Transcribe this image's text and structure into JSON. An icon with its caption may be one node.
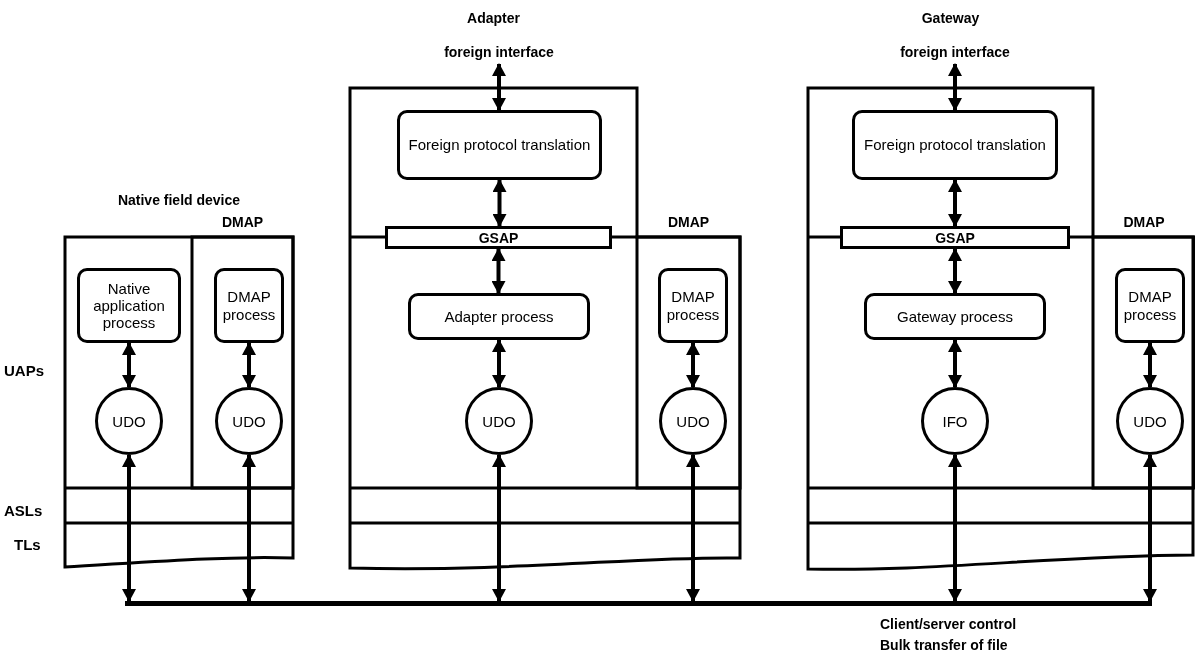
{
  "diagram": {
    "nodes": [
      {
        "text": [
          "Native field device"
        ]
      },
      {
        "text": [
          "Native application process"
        ],
        "in": 0
      },
      {
        "text": [
          "UDO"
        ],
        "in": 0
      },
      {
        "text": [
          "DMAP"
        ],
        "in": 0
      },
      {
        "text": [
          "DMAP process"
        ],
        "in": 3
      },
      {
        "text": [
          "UDO"
        ],
        "in": 3
      },
      {
        "text": [
          "Adapter"
        ]
      },
      {
        "text": [
          "foreign interface"
        ]
      },
      {
        "text": [
          "Foreign protocol translation"
        ],
        "in": 6
      },
      {
        "text": [
          "GSAP"
        ],
        "in": 6
      },
      {
        "text": [
          "Adapter process"
        ],
        "in": 6
      },
      {
        "text": [
          "UDO"
        ],
        "in": 6
      },
      {
        "text": [
          "DMAP"
        ],
        "in": 6
      },
      {
        "text": [
          "DMAP process"
        ],
        "in": 12
      },
      {
        "text": [
          "UDO"
        ],
        "in": 12
      },
      {
        "text": [
          "Gateway"
        ]
      },
      {
        "text": [
          "foreign interface"
        ]
      },
      {
        "text": [
          "Foreign protocol translation"
        ],
        "in": 15
      },
      {
        "text": [
          "GSAP"
        ],
        "in": 15
      },
      {
        "text": [
          "Gateway process"
        ],
        "in": 15
      },
      {
        "text": [
          "IFO"
        ],
        "in": 15
      },
      {
        "text": [
          "DMAP"
        ],
        "in": 15
      },
      {
        "text": [
          "DMAP process"
        ],
        "in": 21
      },
      {
        "text": [
          "UDO"
        ],
        "in": 21
      },
      {
        "text": [],
        "shape": "bar",
        "beside": [
          "Client/server control",
          "Bulk transfer of file"
        ]
      }
    ],
    "edges": [
      {
        "from": 1,
        "to": 2,
        "arrow": "both"
      },
      {
        "from": 4,
        "to": 5,
        "arrow": "both"
      },
      {
        "from": 2,
        "to": 24,
        "arrow": "both"
      },
      {
        "from": 5,
        "to": 24,
        "arrow": "both"
      },
      {
        "from": 7,
        "to": 8,
        "arrow": "both"
      },
      {
        "from": 8,
        "to": 9,
        "arrow": "both"
      },
      {
        "from": 9,
        "to": 10,
        "arrow": "both"
      },
      {
        "from": 10,
        "to": 11,
        "arrow": "both"
      },
      {
        "from": 11,
        "to": 24,
        "arrow": "both"
      },
      {
        "from": 13,
        "to": 14,
        "arrow": "both"
      },
      {
        "from": 14,
        "to": 24,
        "arrow": "both"
      },
      {
        "from": 16,
        "to": 17,
        "arrow": "both"
      },
      {
        "from": 17,
        "to": 18,
        "arrow": "both"
      },
      {
        "from": 18,
        "to": 19,
        "arrow": "both"
      },
      {
        "from": 19,
        "to": 20,
        "arrow": "both"
      },
      {
        "from": 20,
        "to": 24,
        "arrow": "both"
      },
      {
        "from": 22,
        "to": 23,
        "arrow": "both"
      },
      {
        "from": 23,
        "to": 24,
        "arrow": "both"
      }
    ],
    "labels": [
      "UAPs",
      "ASLs",
      "TLs"
    ]
  }
}
